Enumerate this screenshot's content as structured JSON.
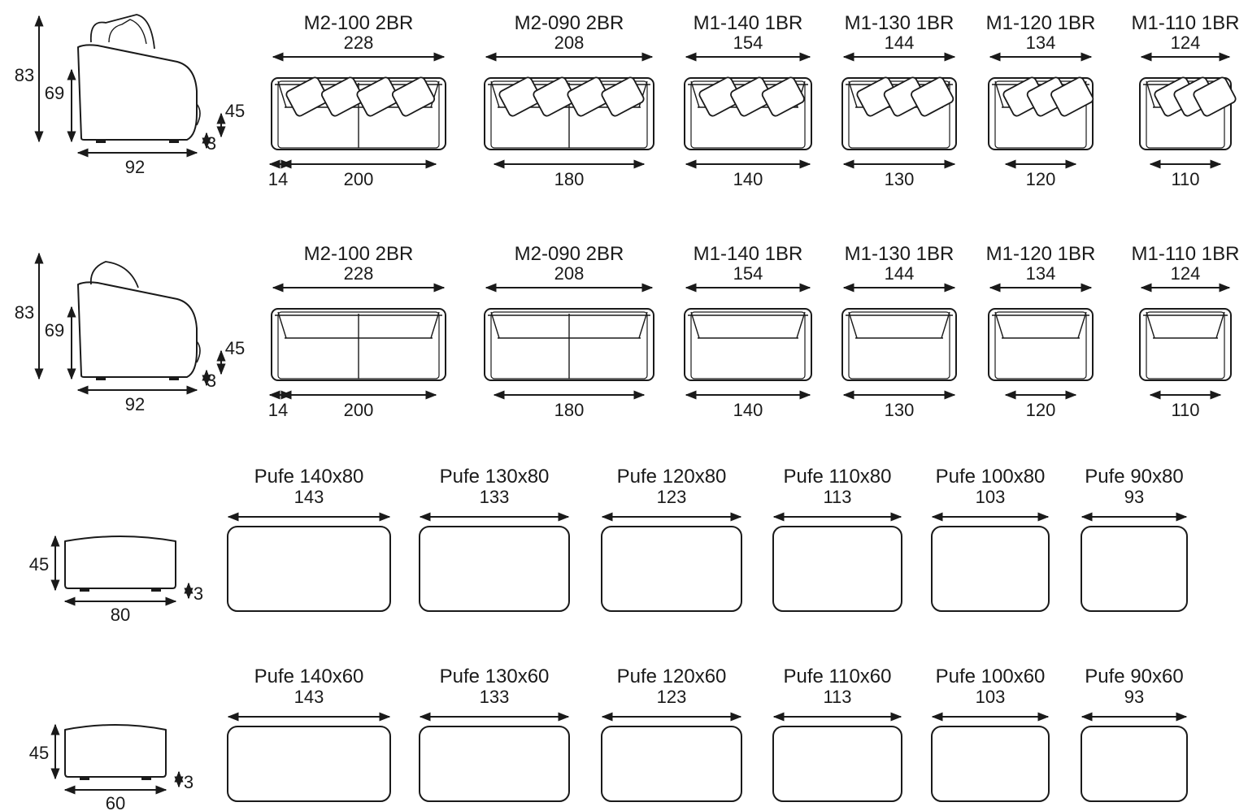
{
  "rows": [
    {
      "kind": "sofa-with-cushions",
      "side": {
        "total_height": "83",
        "back_height": "69",
        "seat_height": "45",
        "leg": "3",
        "depth": "92"
      },
      "items": [
        {
          "name": "M2-100 2BR",
          "overall": "228",
          "arm": "14",
          "seat": "200"
        },
        {
          "name": "M2-090 2BR",
          "overall": "208",
          "seat": "180"
        },
        {
          "name": "M1-140 1BR",
          "overall": "154",
          "seat": "140"
        },
        {
          "name": "M1-130 1BR",
          "overall": "144",
          "seat": "130"
        },
        {
          "name": "M1-120 1BR",
          "overall": "134",
          "seat": "120"
        },
        {
          "name": "M1-110 1BR",
          "overall": "124",
          "seat": "110"
        }
      ]
    },
    {
      "kind": "sofa-plain",
      "side": {
        "total_height": "83",
        "back_height": "69",
        "seat_height": "45",
        "leg": "3",
        "depth": "92"
      },
      "items": [
        {
          "name": "M2-100 2BR",
          "overall": "228",
          "arm": "14",
          "seat": "200"
        },
        {
          "name": "M2-090 2BR",
          "overall": "208",
          "seat": "180"
        },
        {
          "name": "M1-140 1BR",
          "overall": "154",
          "seat": "140"
        },
        {
          "name": "M1-130 1BR",
          "overall": "144",
          "seat": "130"
        },
        {
          "name": "M1-120 1BR",
          "overall": "134",
          "seat": "120"
        },
        {
          "name": "M1-110 1BR",
          "overall": "124",
          "seat": "110"
        }
      ]
    },
    {
      "kind": "pouf",
      "side": {
        "seat_height": "45",
        "leg": "3",
        "depth": "80"
      },
      "items": [
        {
          "name": "Pufe 140x80",
          "overall": "143"
        },
        {
          "name": "Pufe 130x80",
          "overall": "133"
        },
        {
          "name": "Pufe 120x80",
          "overall": "123"
        },
        {
          "name": "Pufe 110x80",
          "overall": "113"
        },
        {
          "name": "Pufe 100x80",
          "overall": "103"
        },
        {
          "name": "Pufe 90x80",
          "overall": "93"
        }
      ]
    },
    {
      "kind": "pouf",
      "side": {
        "seat_height": "45",
        "leg": "3",
        "depth": "60"
      },
      "items": [
        {
          "name": "Pufe 140x60",
          "overall": "143"
        },
        {
          "name": "Pufe 130x60",
          "overall": "133"
        },
        {
          "name": "Pufe 120x60",
          "overall": "123"
        },
        {
          "name": "Pufe 110x60",
          "overall": "113"
        },
        {
          "name": "Pufe 100x60",
          "overall": "103"
        },
        {
          "name": "Pufe 90x60",
          "overall": "93"
        }
      ]
    }
  ]
}
